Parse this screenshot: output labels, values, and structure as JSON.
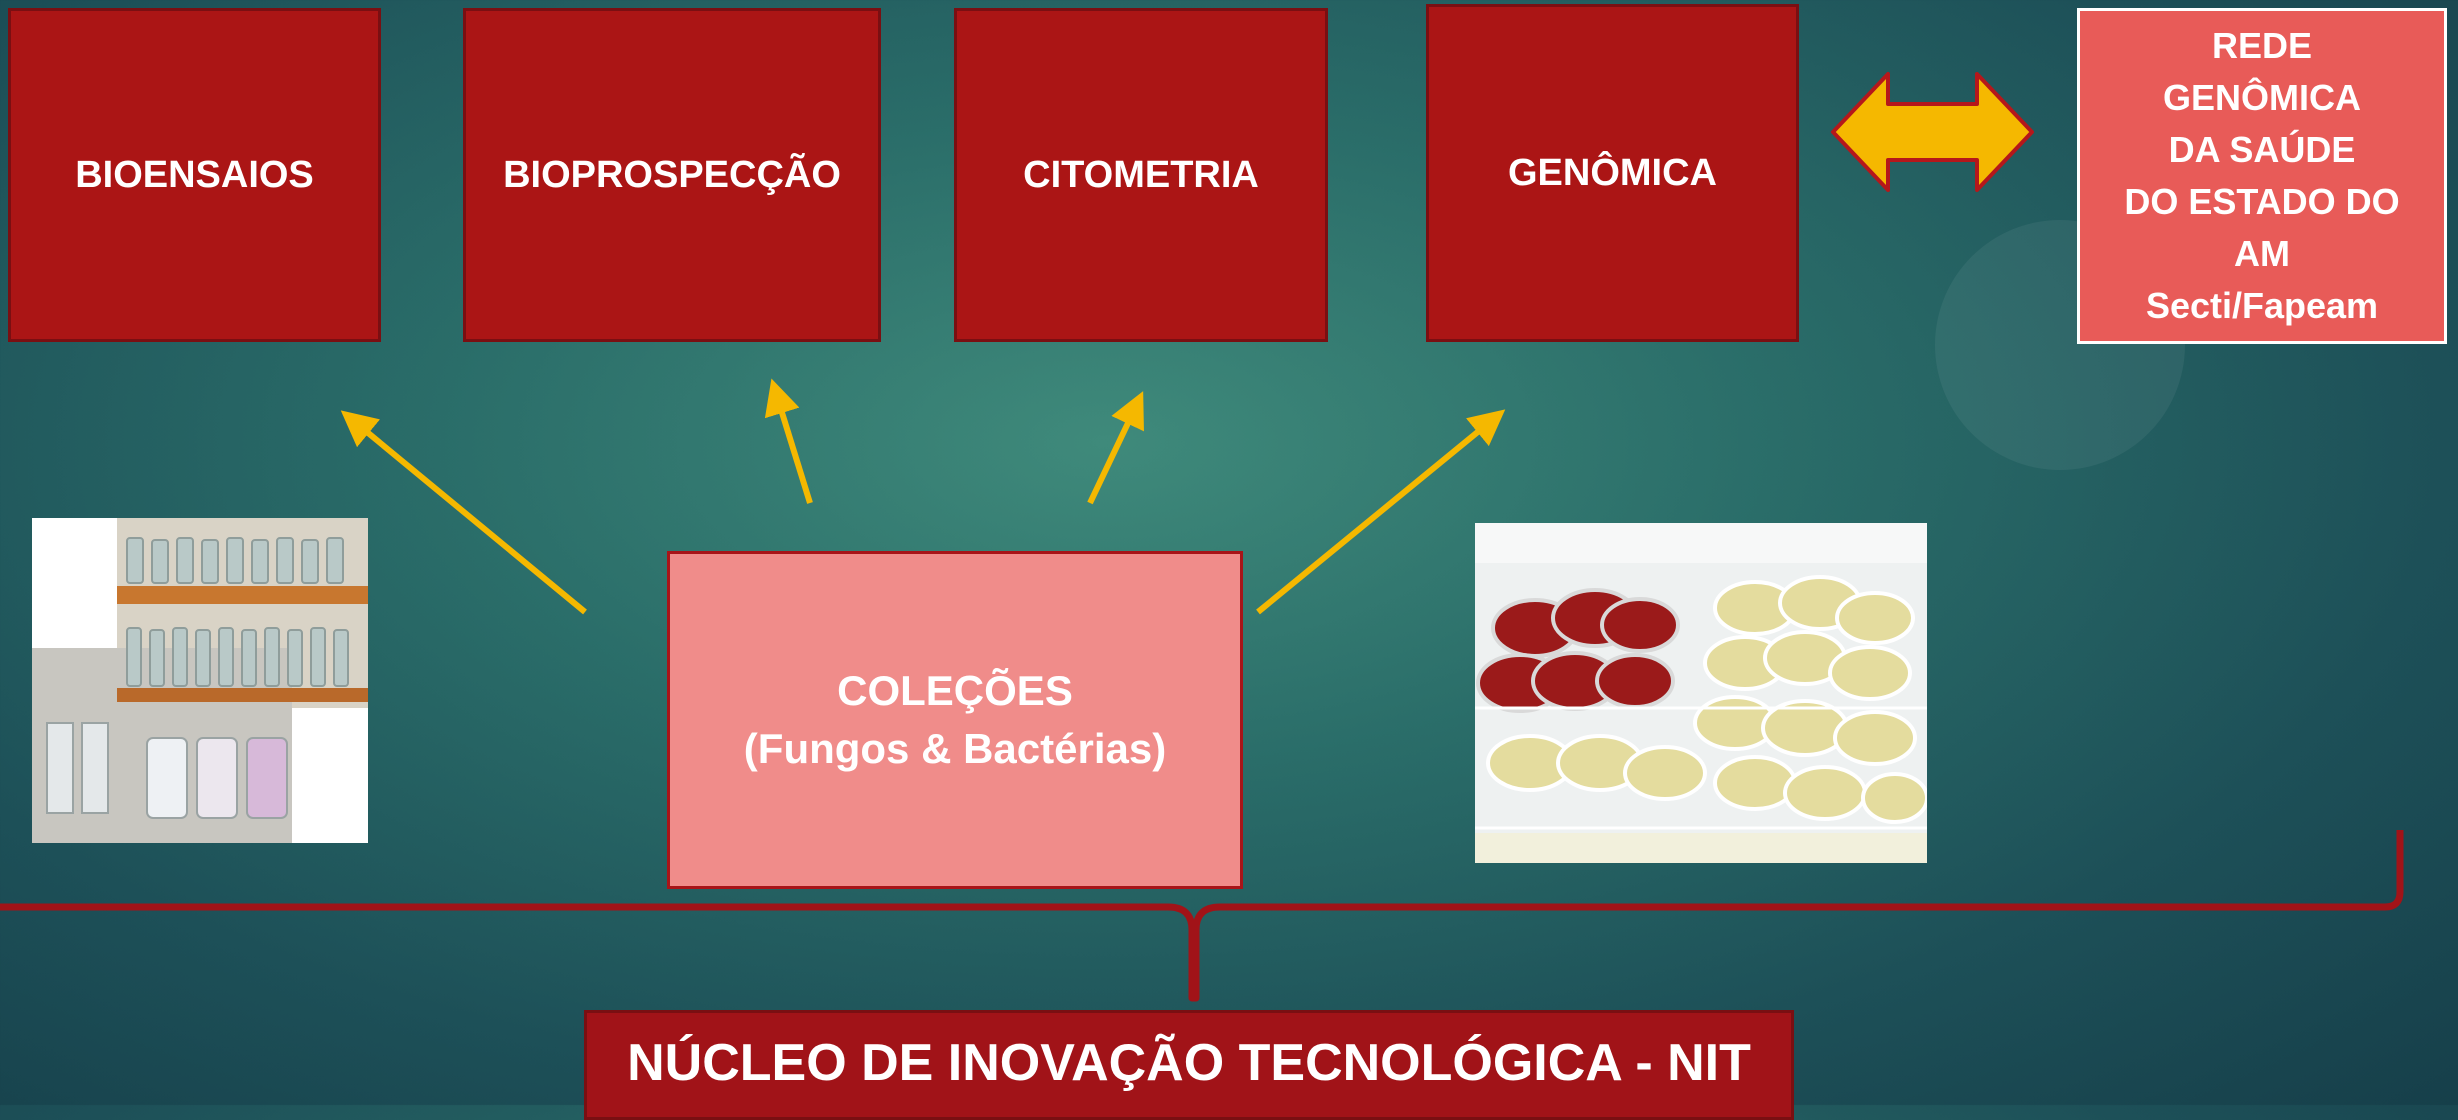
{
  "boxes": {
    "bioensaios": "BIOENSAIOS",
    "bioprospeccao": "BIOPROSPECÇÃO",
    "citometria": "CITOMETRIA",
    "genomica": "GENÔMICA",
    "rede": "REDE\nGENÔMICA\nDA SAÚDE\nDO ESTADO DO\nAM\nSecti/Fapeam",
    "colecoes_line1": "COLEÇÕES",
    "colecoes_line2": "(Fungos & Bactérias)",
    "nit": "NÚCLEO DE INOVAÇÃO TECNOLÓGICA - NIT"
  },
  "colors": {
    "dark_red": "#ab1515",
    "salmon": "#e85b58",
    "pink": "#f08c8a",
    "arrow_yellow": "#f5b800",
    "background": "#2a6d69"
  },
  "icons": [
    "arrow-icon",
    "double-arrow-icon",
    "curly-brace-icon"
  ]
}
